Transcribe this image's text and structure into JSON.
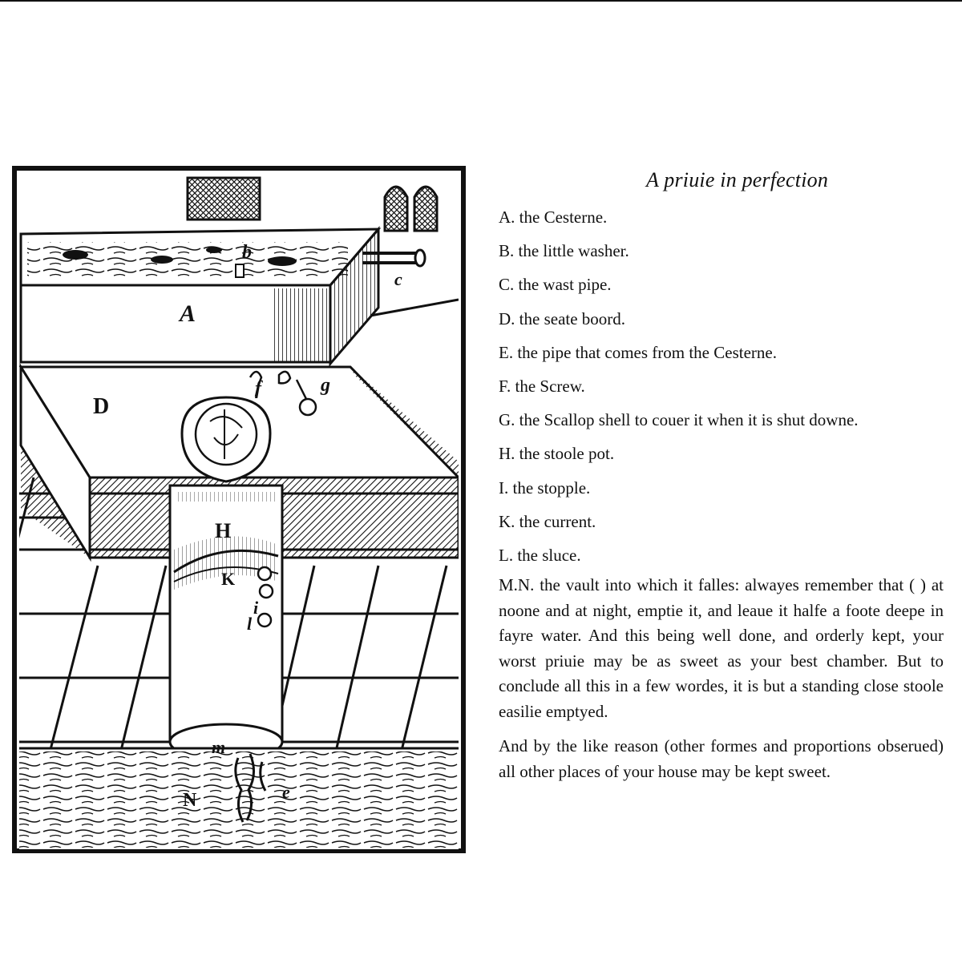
{
  "legend": {
    "title": "A priuie in perfection",
    "items": [
      "A. the Cesterne.",
      "B. the little washer.",
      "C. the wast pipe.",
      "D. the seate boord.",
      "E. the pipe that comes from the Cesterne.",
      "F. the Screw.",
      "G. the Scallop shell to couer it when it is shut downe.",
      "H. the stoole pot.",
      "I. the stopple.",
      "K. the current.",
      "L. the sluce."
    ],
    "paragraphs": [
      "M.N. the vault into which it falles: alwayes remember that ( ) at noone and at night, emptie it, and leaue it halfe a foote deepe in fayre water. And this being well done, and orderly kept, your worst priuie may be as sweet as your best chamber. But to conclude all this in a few wordes, it is but a standing close stoole easilie emptyed.",
      "And by the like reason (other formes and proportions obserued) all other places of your house may be kept sweet."
    ]
  },
  "diagram": {
    "labels": {
      "cistern": "A",
      "washer": "b",
      "waste_pipe": "c",
      "seat_board": "D",
      "screw": "f",
      "scallop": "g",
      "stool_pot": "H",
      "current": "K",
      "stopple": "i",
      "sluice": "l",
      "vault_m": "m",
      "vault_n": "N",
      "extra": "e"
    }
  }
}
